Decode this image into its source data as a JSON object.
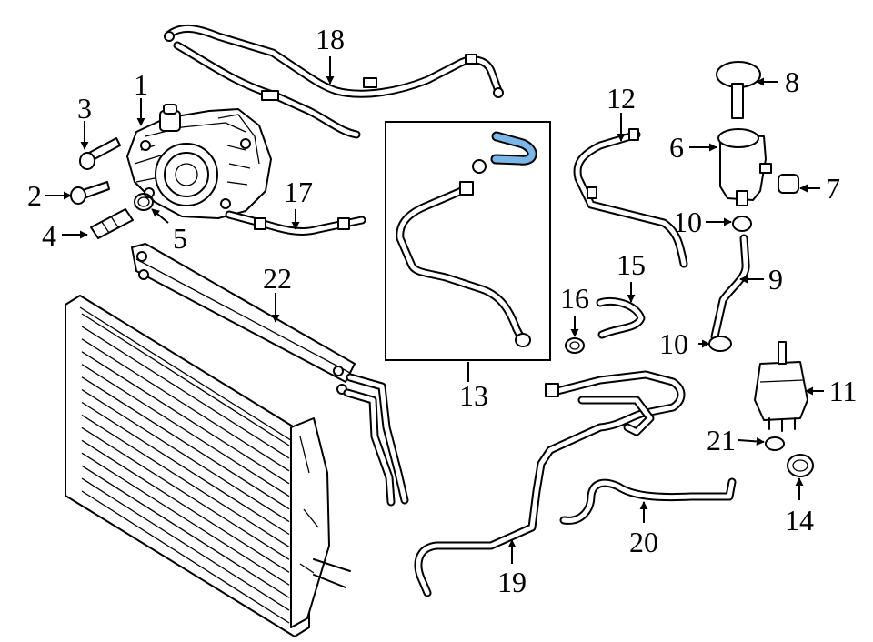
{
  "colors": {
    "line": "#000000",
    "background": "#ffffff",
    "highlight": "#7ab6e8"
  },
  "callouts": [
    {
      "id": "c1",
      "label": "1"
    },
    {
      "id": "c2",
      "label": "2"
    },
    {
      "id": "c3",
      "label": "3"
    },
    {
      "id": "c4",
      "label": "4"
    },
    {
      "id": "c5",
      "label": "5"
    },
    {
      "id": "c6",
      "label": "6"
    },
    {
      "id": "c7",
      "label": "7"
    },
    {
      "id": "c8",
      "label": "8"
    },
    {
      "id": "c9",
      "label": "9"
    },
    {
      "id": "c10a",
      "label": "10"
    },
    {
      "id": "c10b",
      "label": "10"
    },
    {
      "id": "c11",
      "label": "11"
    },
    {
      "id": "c12",
      "label": "12"
    },
    {
      "id": "c13",
      "label": "13"
    },
    {
      "id": "c14",
      "label": "14"
    },
    {
      "id": "c15",
      "label": "15"
    },
    {
      "id": "c16",
      "label": "16"
    },
    {
      "id": "c17",
      "label": "17"
    },
    {
      "id": "c18",
      "label": "18"
    },
    {
      "id": "c19",
      "label": "19"
    },
    {
      "id": "c20",
      "label": "20"
    },
    {
      "id": "c21",
      "label": "21"
    },
    {
      "id": "c22",
      "label": "22"
    }
  ]
}
